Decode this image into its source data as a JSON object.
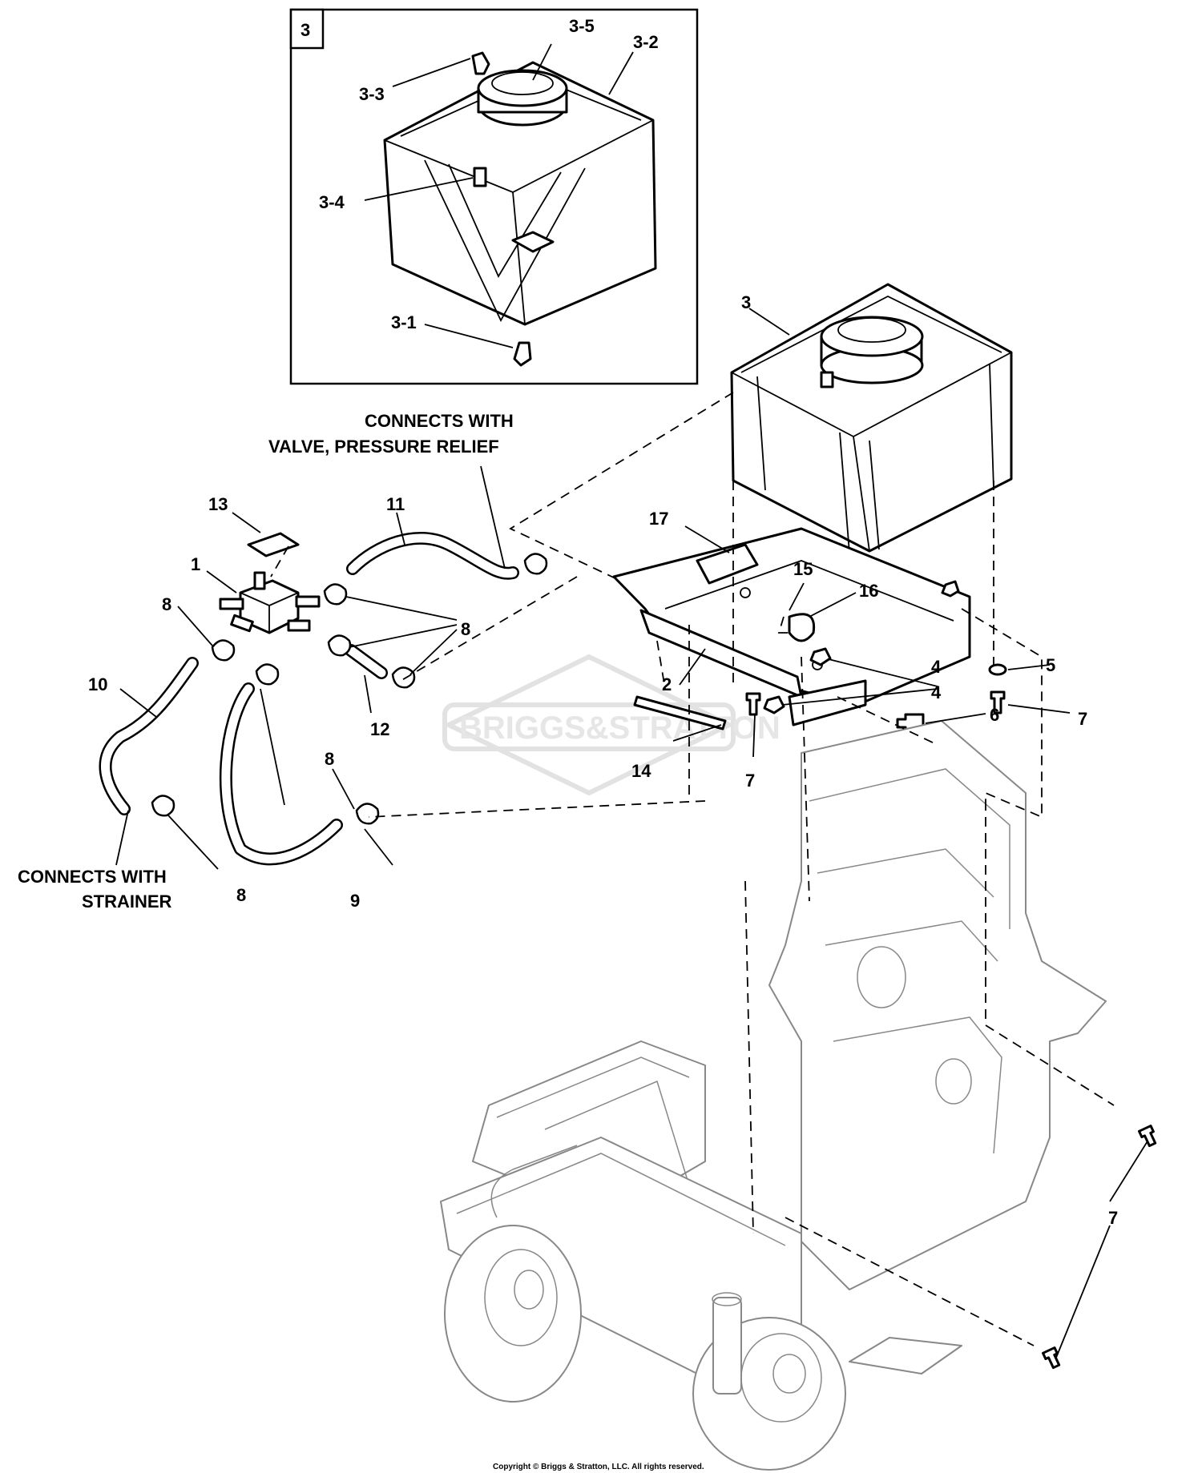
{
  "inset": {
    "label": "3"
  },
  "callouts": [
    {
      "id": "c-3-5",
      "text": "3-5"
    },
    {
      "id": "c-3-2",
      "text": "3-2"
    },
    {
      "id": "c-3-3",
      "text": "3-3"
    },
    {
      "id": "c-3-4",
      "text": "3-4"
    },
    {
      "id": "c-3-1",
      "text": "3-1"
    },
    {
      "id": "c-3",
      "text": "3"
    },
    {
      "id": "c-13",
      "text": "13"
    },
    {
      "id": "c-11",
      "text": "11"
    },
    {
      "id": "c-1",
      "text": "1"
    },
    {
      "id": "c-17",
      "text": "17"
    },
    {
      "id": "c-15",
      "text": "15"
    },
    {
      "id": "c-16",
      "text": "16"
    },
    {
      "id": "c-8a",
      "text": "8"
    },
    {
      "id": "c-8b",
      "text": "8"
    },
    {
      "id": "c-10",
      "text": "10"
    },
    {
      "id": "c-12",
      "text": "12"
    },
    {
      "id": "c-2",
      "text": "2"
    },
    {
      "id": "c-4a",
      "text": "4"
    },
    {
      "id": "c-4b",
      "text": "4"
    },
    {
      "id": "c-5",
      "text": "5"
    },
    {
      "id": "c-7a",
      "text": "7"
    },
    {
      "id": "c-8c",
      "text": "8"
    },
    {
      "id": "c-6",
      "text": "6"
    },
    {
      "id": "c-14",
      "text": "14"
    },
    {
      "id": "c-7b",
      "text": "7"
    },
    {
      "id": "c-8d",
      "text": "8"
    },
    {
      "id": "c-9",
      "text": "9"
    },
    {
      "id": "c-7c",
      "text": "7"
    }
  ],
  "notes": {
    "relief_line1": "CONNECTS WITH",
    "relief_line2": "VALVE, PRESSURE RELIEF",
    "strainer_line1": "CONNECTS WITH",
    "strainer_line2": "STRAINER"
  },
  "watermark": {
    "text": "BRIGGS&STRATTON"
  },
  "copyright": "Copyright © Briggs & Stratton, LLC. All rights reserved."
}
